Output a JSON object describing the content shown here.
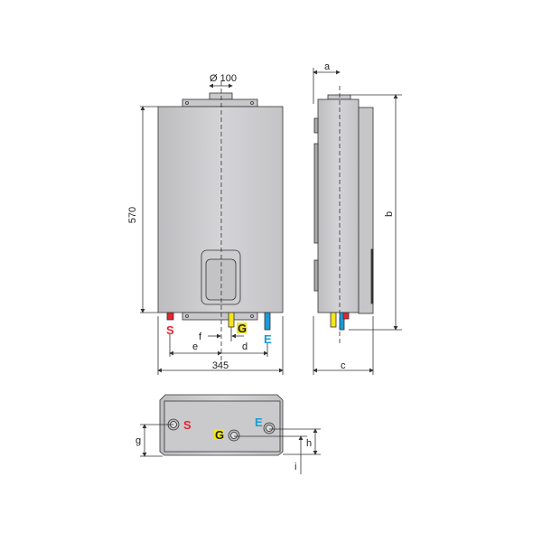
{
  "front_view": {
    "flue_diameter": "Ø 100",
    "height": "570",
    "width": "345",
    "dim_e": "e",
    "dim_f": "f",
    "dim_d": "d",
    "label_s": "S",
    "label_g": "G",
    "label_e": "E"
  },
  "side_view": {
    "dim_a": "a",
    "dim_b": "b",
    "dim_c": "c"
  },
  "bottom_view": {
    "label_s": "S",
    "label_g": "G",
    "label_e": "E",
    "dim_g": "g",
    "dim_h": "h",
    "dim_i": "i"
  },
  "colors": {
    "s": "#e3262f",
    "g": "#f4e51c",
    "e": "#1a9bd7",
    "body": "#c9c9cc"
  }
}
